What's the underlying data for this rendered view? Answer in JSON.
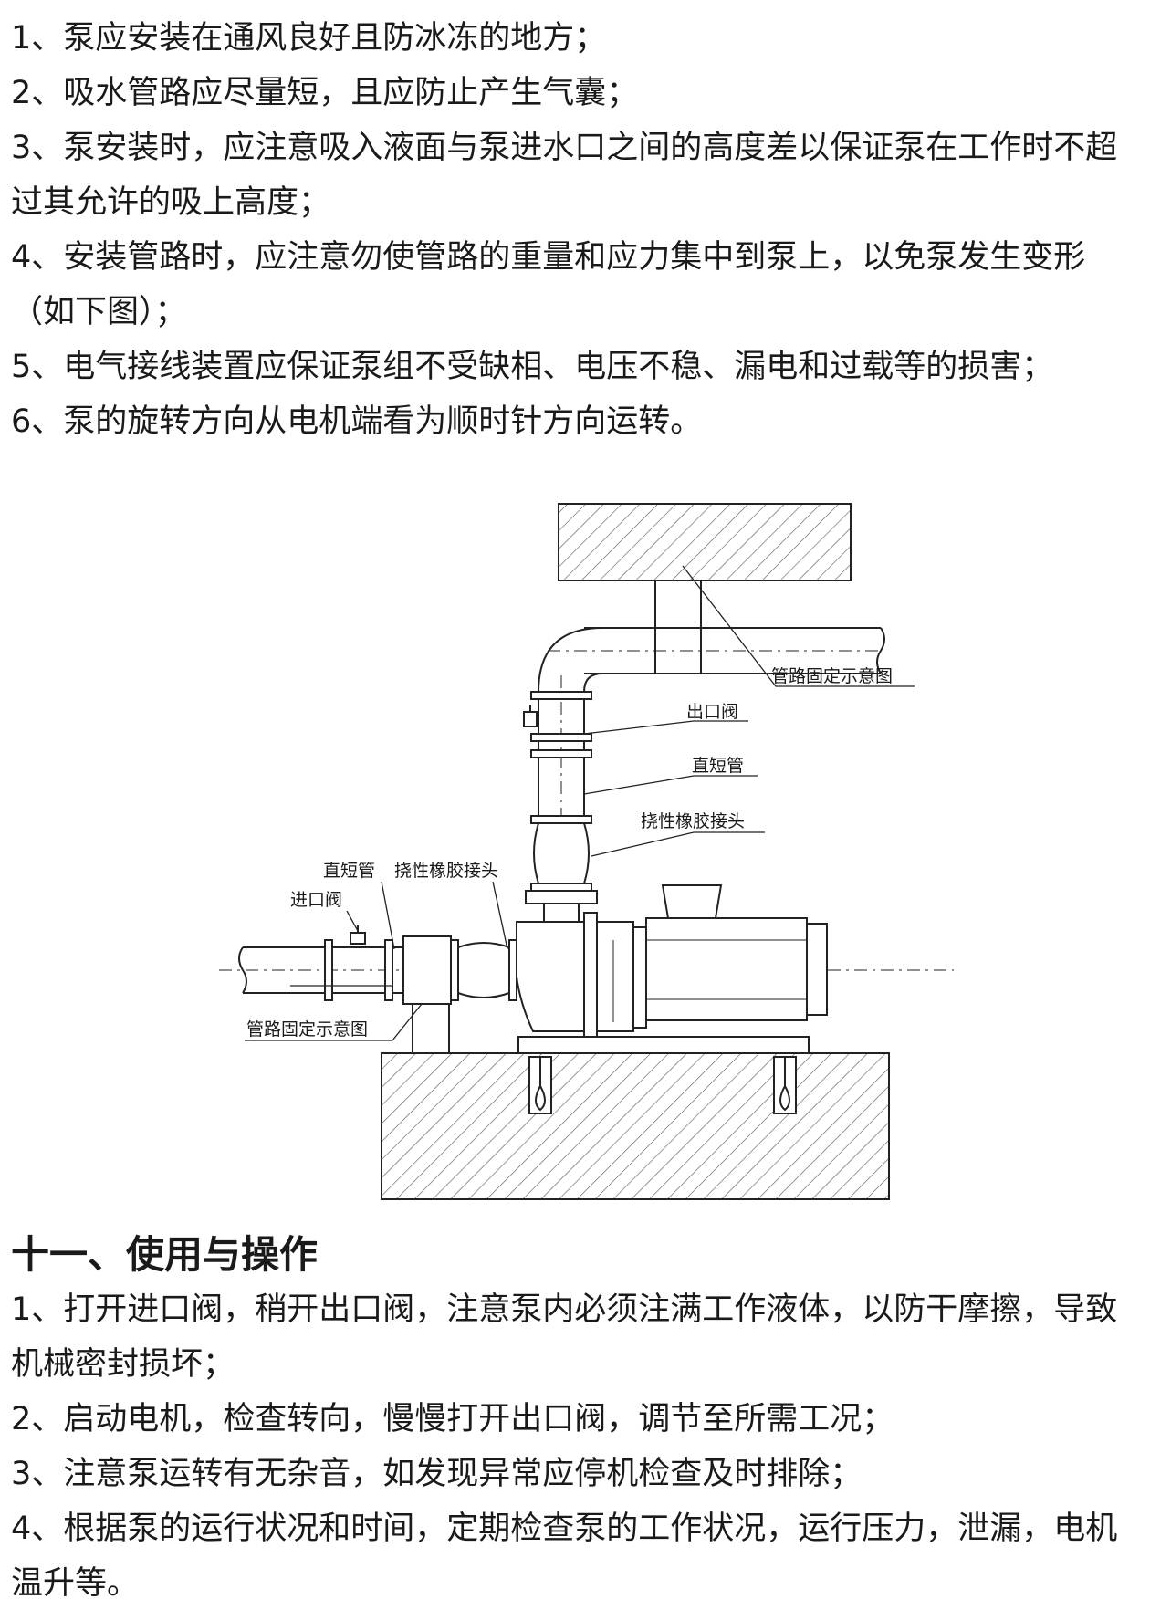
{
  "install_notes": [
    "1、泵应安装在通风良好且防冰冻的地方；",
    "2、吸水管路应尽量短，且应防止产生气囊；",
    "3、泵安装时，应注意吸入液面与泵进水口之间的高度差以保证泵在工作时不超过其允许的吸上高度；",
    "4、安装管路时，应注意勿使管路的重量和应力集中到泵上，以免泵发生变形（如下图）；",
    "5、电气接线装置应保证泵组不受缺相、电压不稳、漏电和过载等的损害；",
    "6、泵的旋转方向从电机端看为顺时针方向运转。"
  ],
  "diagram": {
    "labels": {
      "pipe_fixing_top": "管路固定示意图",
      "outlet_valve": "出口阀",
      "straight_pipe_vertical": "直短管",
      "flex_joint_vertical": "挠性橡胶接头",
      "straight_pipe_horizontal": "直短管",
      "flex_joint_horizontal": "挠性橡胶接头",
      "inlet_valve": "进口阀",
      "pipe_fixing_bottom": "管路固定示意图"
    }
  },
  "section_title": "十一、使用与操作",
  "operation_notes": [
    "1、打开进口阀，稍开出口阀，注意泵内必须注满工作液体，以防干摩擦，导致机械密封损坏；",
    "2、启动电机，检查转向，慢慢打开出口阀，调节至所需工况；",
    "3、注意泵运转有无杂音，如发现异常应停机检查及时排除；",
    "4、根据泵的运行状况和时间，定期检查泵的工作状况，运行压力，泄漏，电机温升等。"
  ]
}
